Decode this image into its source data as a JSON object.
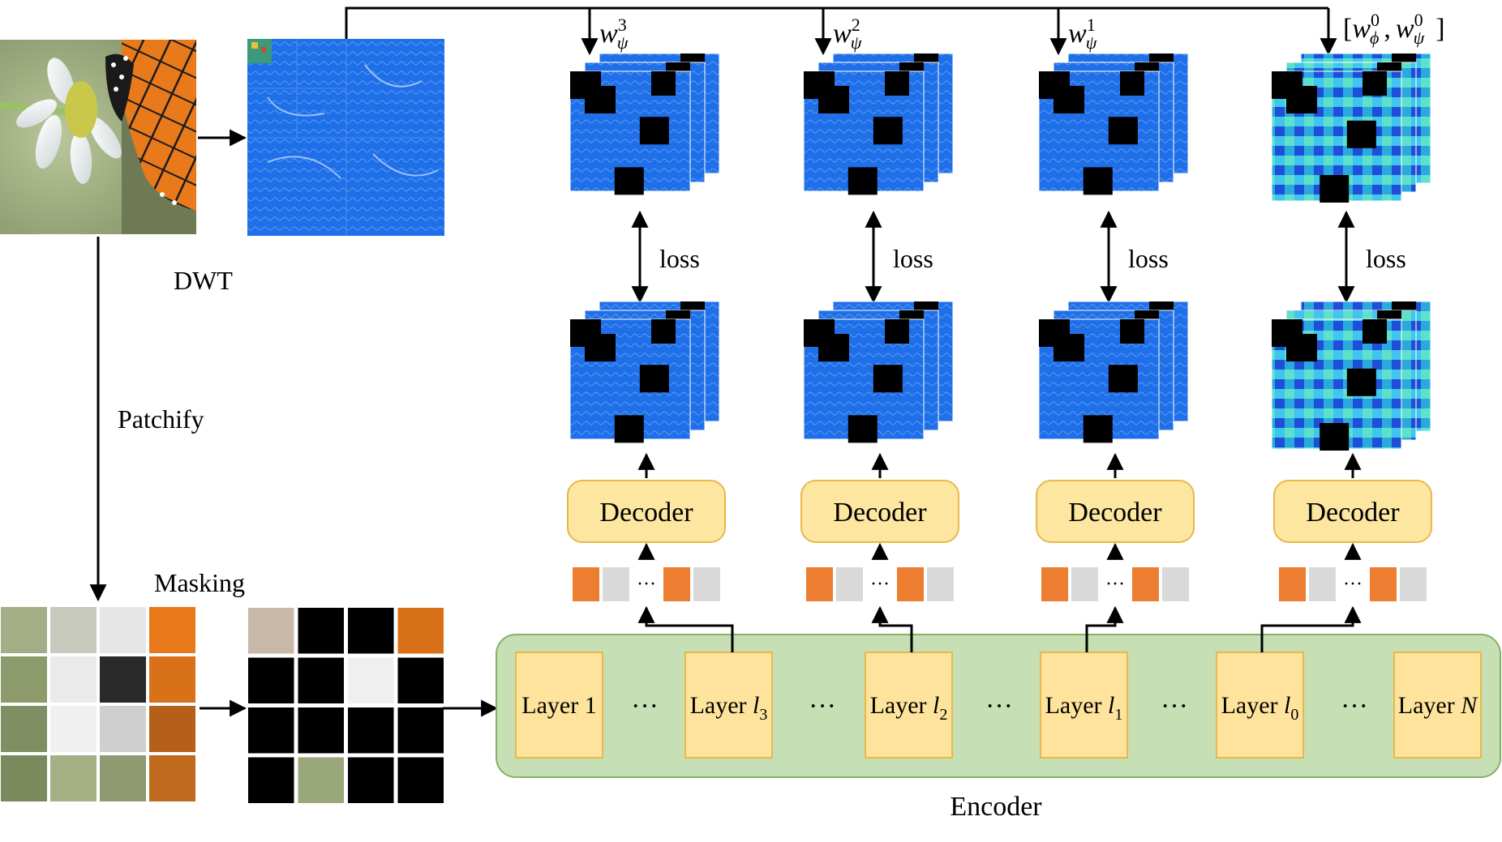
{
  "labels": {
    "dwt": "DWT",
    "patchify": "Patchify",
    "masking": "Masking",
    "encoder": "Encoder",
    "loss": "loss",
    "decoder": "Decoder",
    "ellipsis": "···",
    "token_ellipsis": "···"
  },
  "wavelet_targets": [
    {
      "base": "w",
      "sub": "ψ",
      "sup": "3"
    },
    {
      "base": "w",
      "sub": "ψ",
      "sup": "2"
    },
    {
      "base": "w",
      "sub": "ψ",
      "sup": "1"
    }
  ],
  "final_target": {
    "open": "[",
    "a_base": "w",
    "a_sub": "ϕ",
    "a_sup": "0",
    "sep": ",",
    "b_base": "w",
    "b_sub": "ψ",
    "b_sup": "0",
    "close": "]"
  },
  "layers": [
    {
      "prefix": "Layer ",
      "var": "",
      "num": "1",
      "sub": ""
    },
    {
      "prefix": "Layer ",
      "var": "l",
      "num": "",
      "sub": "3"
    },
    {
      "prefix": "Layer ",
      "var": "l",
      "num": "",
      "sub": "2"
    },
    {
      "prefix": "Layer ",
      "var": "l",
      "num": "",
      "sub": "1"
    },
    {
      "prefix": "Layer ",
      "var": "l",
      "num": "",
      "sub": "0"
    },
    {
      "prefix": "Layer ",
      "var": "N",
      "num": "",
      "sub": ""
    }
  ],
  "colors": {
    "encoder_fill": "#c6dfb5",
    "encoder_stroke": "#82b366",
    "layer_fill": "#fde39b",
    "layer_stroke": "#e8b84a",
    "decoder_fill": "#fde6a0",
    "decoder_stroke": "#e8b84a",
    "token_orange": "#ed7d31",
    "token_gray": "#d9d9d9",
    "wavelet_blue": "#1f6fe8",
    "mask_black": "#000000"
  }
}
